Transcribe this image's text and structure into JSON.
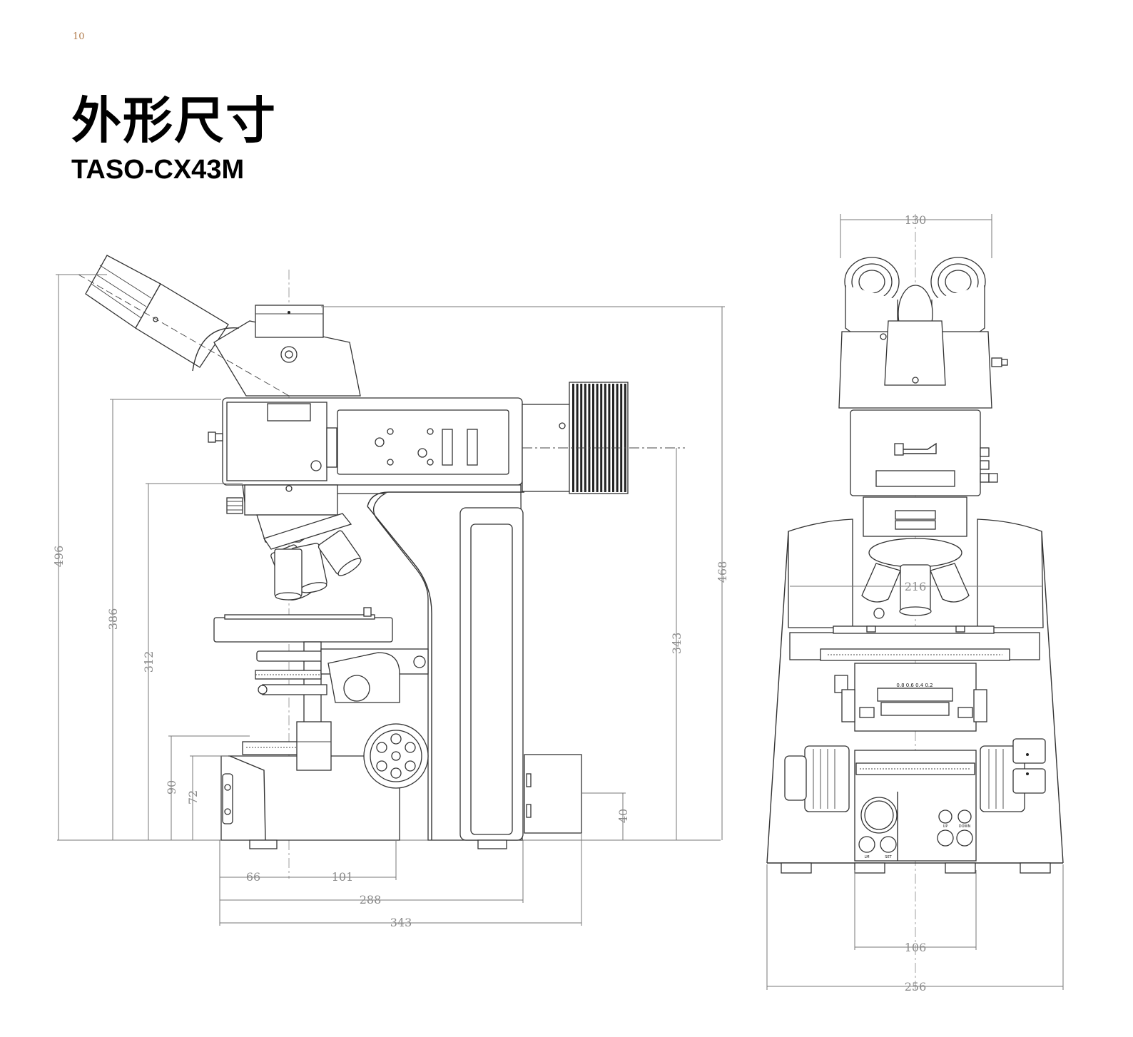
{
  "page_number": "10",
  "title": "外形尺寸",
  "model": "TASO-CX43M",
  "side_view": {
    "dimensions": {
      "overall_height": "496",
      "arm_height": "386",
      "stage_height": "312",
      "base_height_90": "90",
      "base_height_72": "72",
      "lamp_height": "40",
      "pillar_height": "468",
      "lamphouse_axis_height": "343",
      "front_offset": "66",
      "objective_offset": "101",
      "base_depth": "288",
      "overall_depth": "343"
    }
  },
  "front_view": {
    "dimensions": {
      "head_width": "130",
      "stage_width": "216",
      "panel_width": "106",
      "overall_width": "256"
    },
    "condenser_scale": "0.8  0.6  0.4  0.2",
    "buttons": {
      "up": "UP",
      "down": "DOWN",
      "lm": "LM",
      "set": "SET"
    }
  }
}
